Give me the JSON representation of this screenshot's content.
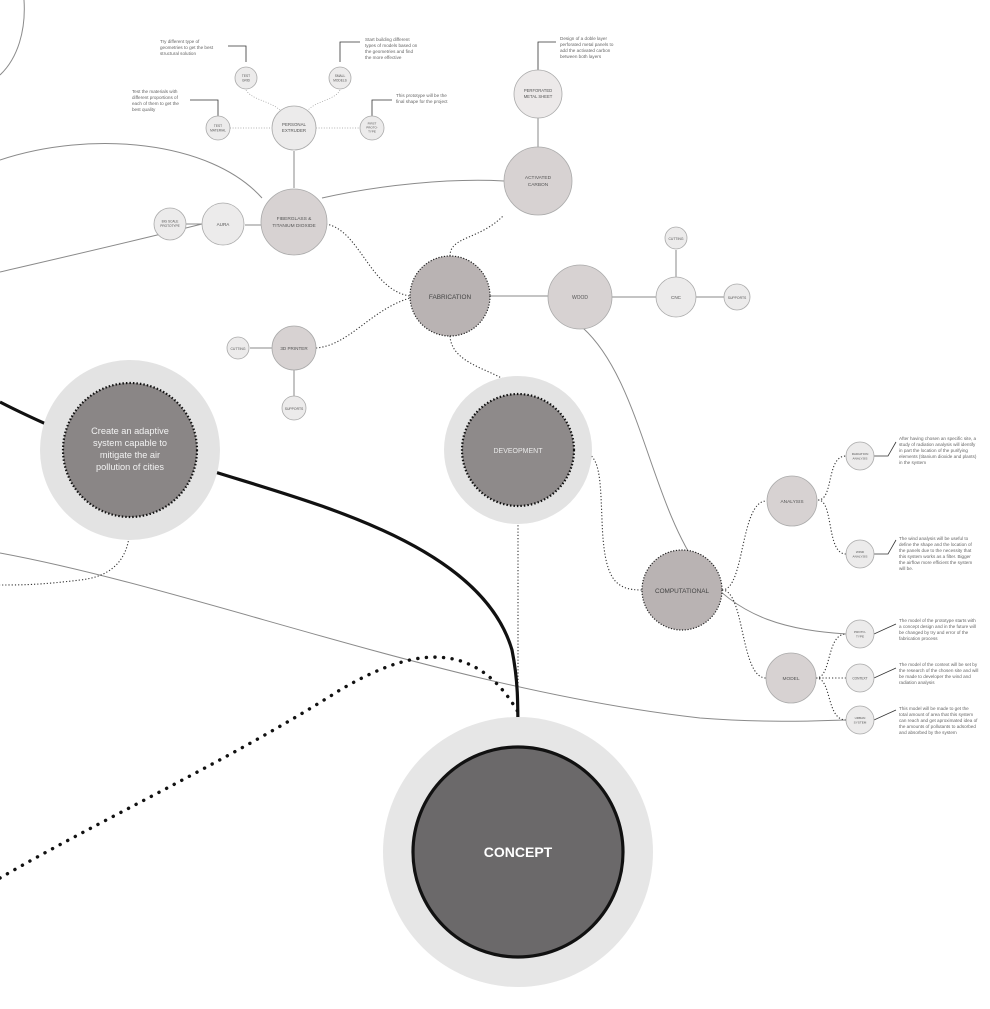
{
  "diagram": {
    "hub": {
      "label": "CONCEPT",
      "fill": "#6b696a",
      "halo": "#e6e6e6"
    },
    "goal": {
      "lines": [
        "Create an adaptive",
        "system capable to",
        "mitigate the air",
        "pollution of cities"
      ],
      "fill": "#8a8686"
    },
    "development": {
      "label": "DEVEOPMENT",
      "fill": "#8e8a8a"
    },
    "fabrication": {
      "label": "FABRICATION",
      "fill": "#b9b3b3"
    },
    "computational": {
      "label": "COMPUTATIONAL",
      "fill": "#b9b3b3"
    },
    "fiberglass": {
      "lines": [
        "FIBERGLASS &",
        "TITANIUM DIOXIDE"
      ]
    },
    "activated_carbon": {
      "lines": [
        "ACTIVATED",
        "CARBON"
      ]
    },
    "perforated_sheet": {
      "lines": [
        "PERFORATED",
        "METAL SHEET"
      ]
    },
    "wood": {
      "label": "WOOD"
    },
    "cnc": {
      "label": "CNC"
    },
    "cutting_cnc": {
      "label": "CUTTING"
    },
    "supports_cnc": {
      "label": "SUPPORTS"
    },
    "printer_3d": {
      "label": "3D PRINTER"
    },
    "cutting_3d": {
      "label": "CUTTING"
    },
    "supports_3d": {
      "label": "SUPPORTS"
    },
    "personal_extruder": {
      "lines": [
        "PERSONAL",
        "EXTRUDER"
      ]
    },
    "aura": {
      "label": "AURA"
    },
    "big_scale": {
      "lines": [
        "BIG SCALE",
        "PROTOTYPE"
      ]
    },
    "test_grid": {
      "lines": [
        "TEST",
        "GRID"
      ]
    },
    "small_models": {
      "lines": [
        "SMALL",
        "MODELS"
      ]
    },
    "test_material": {
      "lines": [
        "TEST",
        "MATERIAL"
      ]
    },
    "first_prototype": {
      "lines": [
        "FIRST",
        "PROTO-",
        "TYPE"
      ]
    },
    "analysis": {
      "label": "ANALYSIS"
    },
    "model": {
      "label": "MODEL"
    },
    "radiation_analysis": {
      "lines": [
        "RADIATION",
        "ANALYSIS"
      ]
    },
    "wind_analysis": {
      "lines": [
        "WIND",
        "ANALYSIS"
      ]
    },
    "prototype_model": {
      "lines": [
        "PROTO-",
        "TYPE"
      ]
    },
    "context_model": {
      "label": "CONTEXT"
    },
    "urban_system": {
      "lines": [
        "URBAN",
        "SYSTEM"
      ]
    },
    "notes": {
      "test_grid": [
        "Try different type of",
        "geometries to get the best",
        "structural solution"
      ],
      "small_models": [
        "Start building different",
        "types of models based on",
        "the geometries and find",
        "the more effective"
      ],
      "test_material": [
        "Test the materials with",
        "different proportions of",
        "each of them to get the",
        "best quality"
      ],
      "first_prototype": [
        "This prototype will be the",
        "final shape for the project"
      ],
      "perforated_sheet": [
        "Design of a doble layer",
        "perforated metal panels to",
        "add the activated carbon",
        "between both layers"
      ],
      "radiation": [
        "After having chosen an specific site, a",
        "study of radiation analysis will identify",
        "in part the location of the purifying",
        "elements (titanium dioxide and plants)",
        "in the system"
      ],
      "wind": [
        "The wind analysis will be useful to",
        "define the shape and the location of",
        "the panels due to the necessity that",
        "this system works as a filter. Bigger",
        "the airflow more efficient the system",
        "will be."
      ],
      "prototype": [
        "The model of the prototype starts with",
        "a concept design and in the future will",
        "be changed by try and error of the",
        "fabrication process"
      ],
      "context": [
        "The model of the context will be set by",
        "the research of the chosen site and will",
        "be made to developer the wind and",
        "radiation analysis"
      ],
      "urban": [
        "This model will be made to get the",
        "total amount of area that this system",
        "can reach and get aproximated idea of",
        "the amounts of pollutants to adsorbed",
        "and absorbed by the system"
      ]
    }
  }
}
